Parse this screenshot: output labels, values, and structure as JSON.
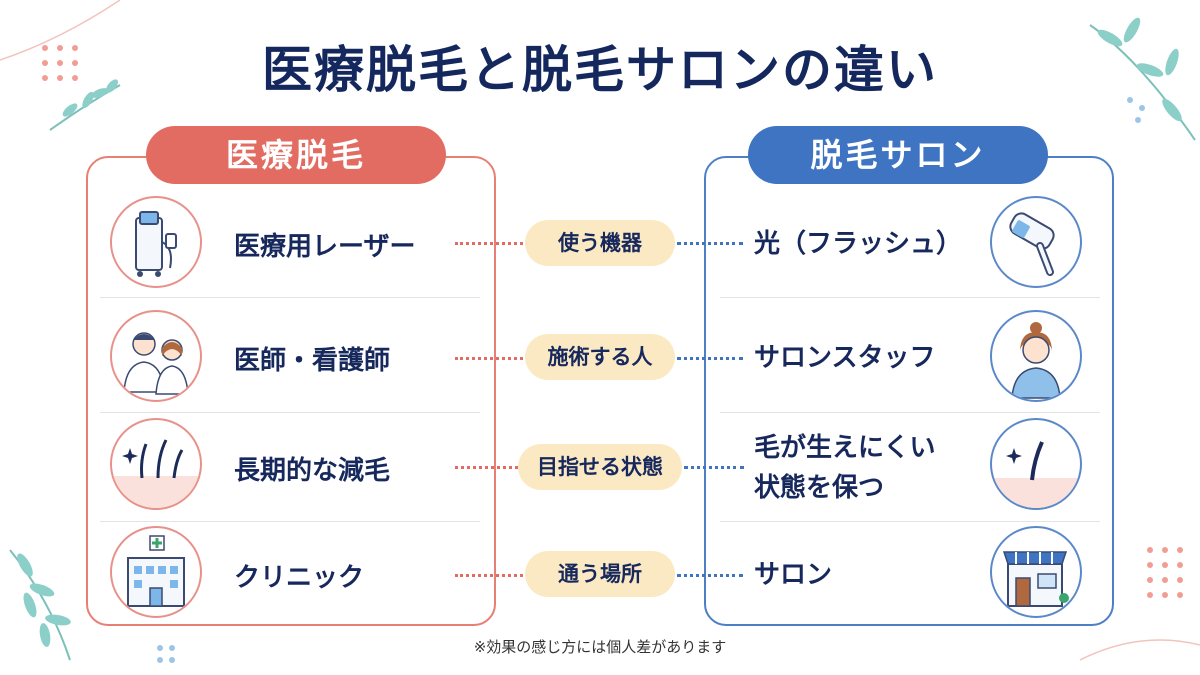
{
  "title": "医療脱毛と脱毛サロンの違い",
  "left_header": "医療脱毛",
  "right_header": "脱毛サロン",
  "rows": [
    {
      "left": "医療用レーザー",
      "center": "使う機器",
      "right": [
        "光（フラッシュ）"
      ]
    },
    {
      "left": "医師・看護師",
      "center": "施術する人",
      "right": [
        "サロンスタッフ"
      ]
    },
    {
      "left": "長期的な減毛",
      "center": "目指せる状態",
      "right": [
        "毛が生えにくい",
        "状態を保つ"
      ]
    },
    {
      "left": "クリニック",
      "center": "通う場所",
      "right": [
        "サロン"
      ]
    }
  ],
  "note": "※効果の感じ方には個人差があります",
  "icons": {
    "left": [
      "laser-machine-icon",
      "doctor-nurse-icon",
      "hair-follicle-icon",
      "clinic-building-icon"
    ],
    "right": [
      "flash-device-icon",
      "salon-staff-icon",
      "hair-follicle-icon",
      "salon-shop-icon"
    ]
  },
  "colors": {
    "medical": "#e36c62",
    "salon": "#3e74c2",
    "center_tag": "#fbe9c4",
    "text": "#17285c"
  }
}
